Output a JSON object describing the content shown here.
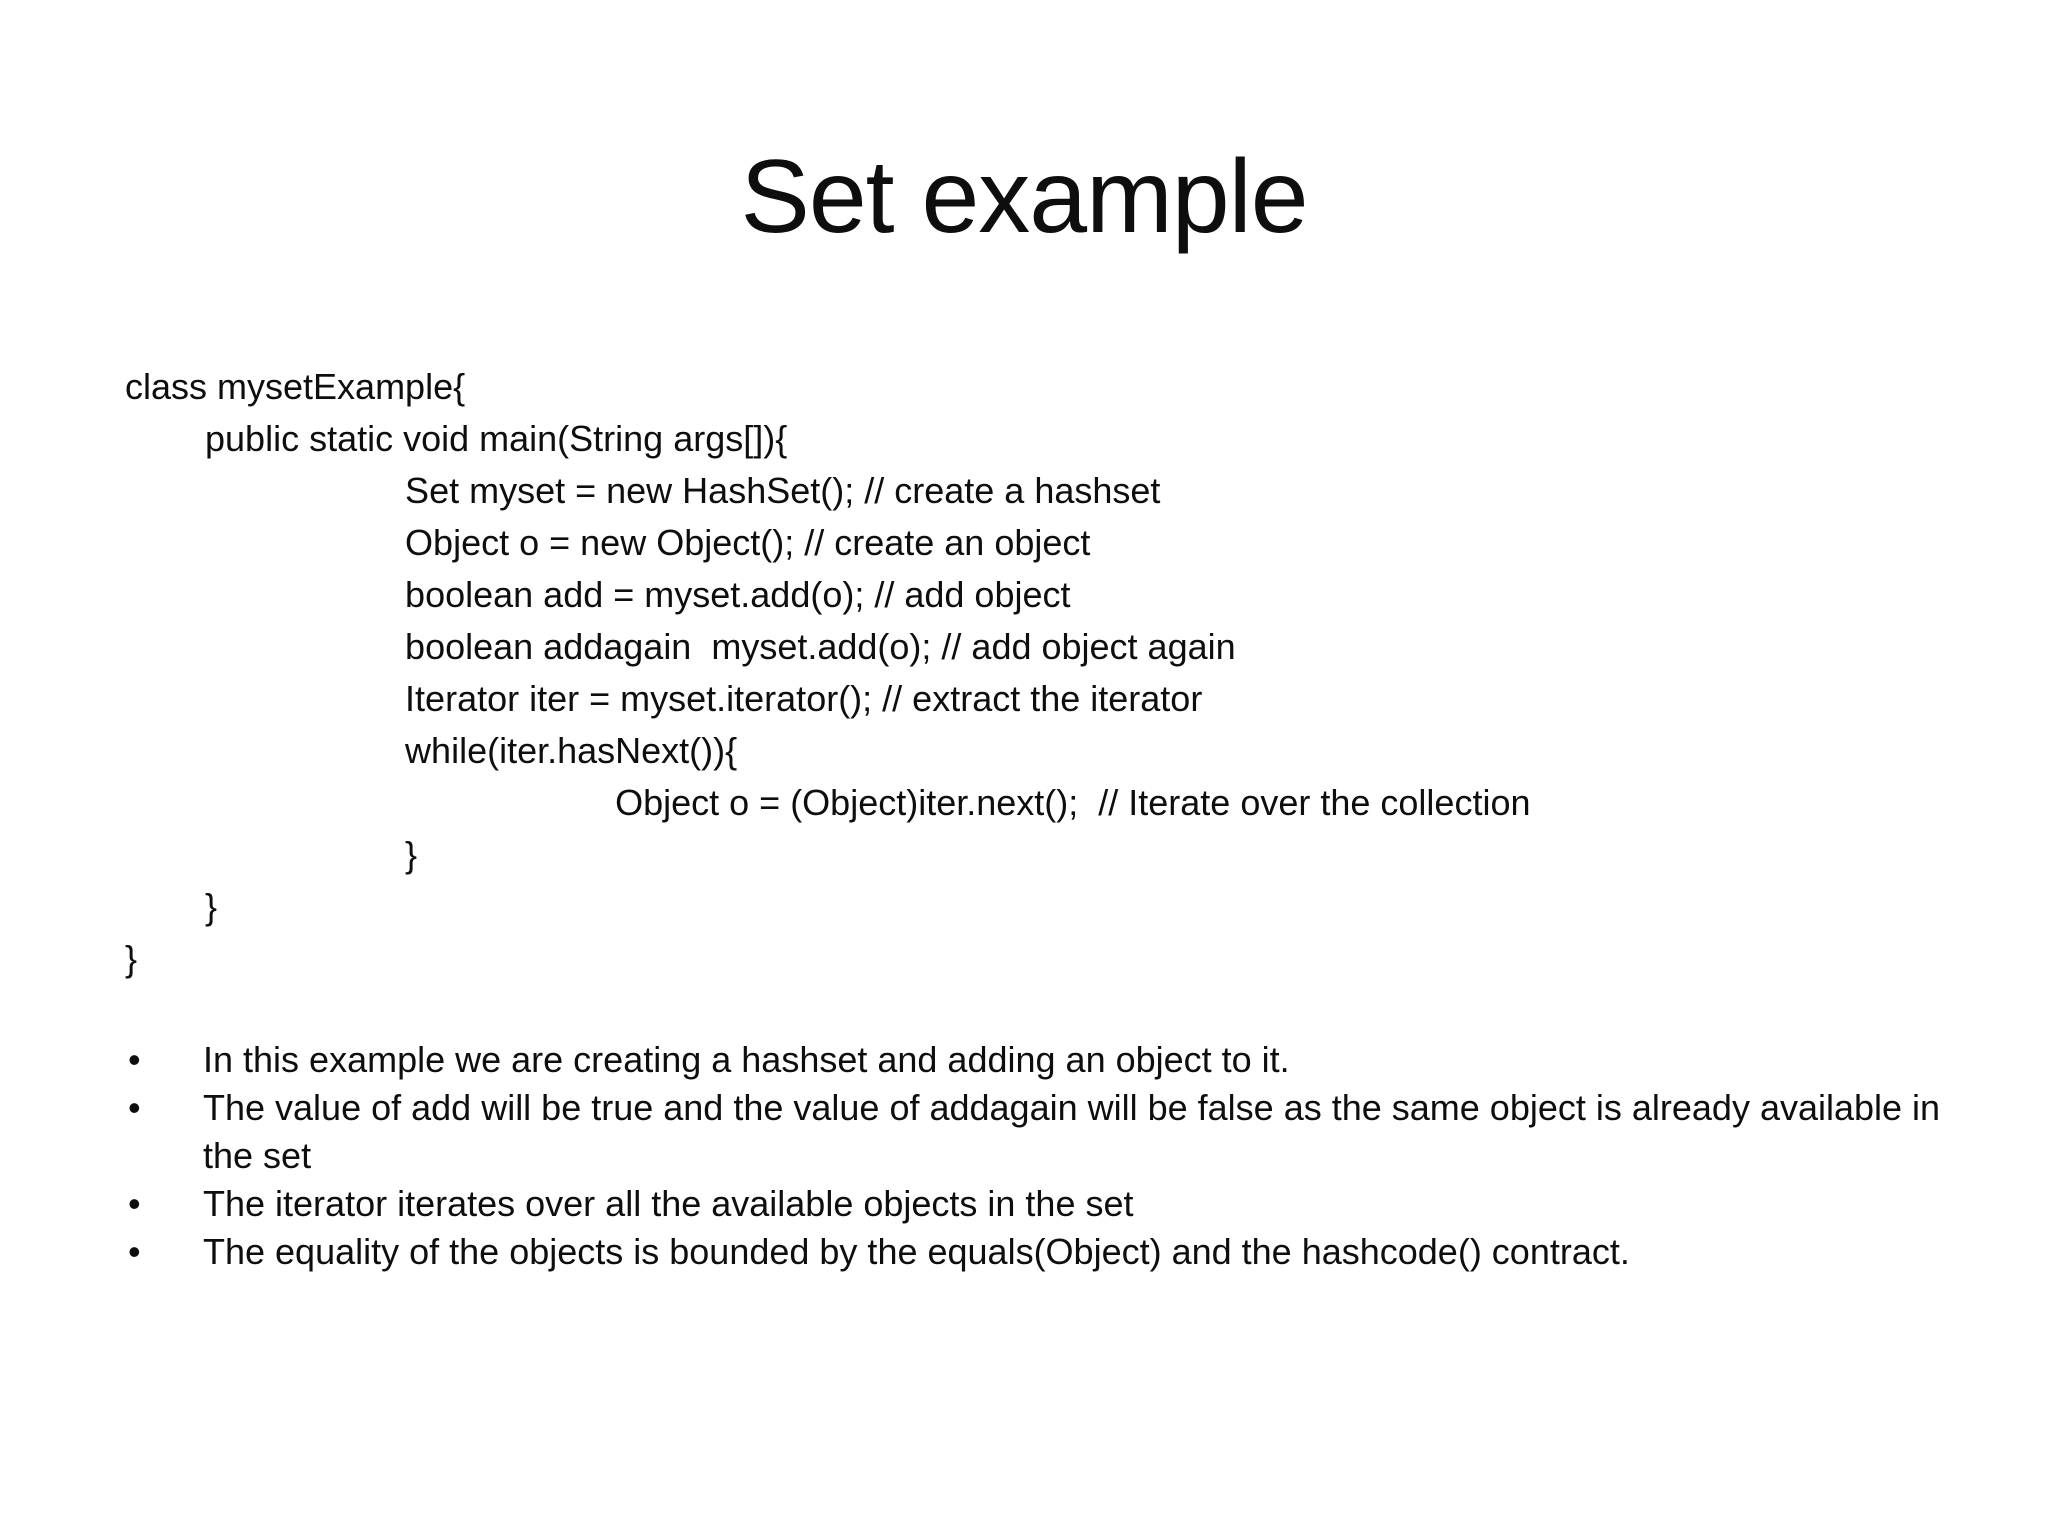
{
  "slide": {
    "title": "Set example",
    "code_lines": [
      "class mysetExample{",
      "        public static void main(String args[]){",
      "                            Set myset = new HashSet(); // create a hashset",
      "                            Object o = new Object(); // create an object",
      "                            boolean add = myset.add(o); // add object",
      "                            boolean addagain  myset.add(o); // add object again",
      "                            Iterator iter = myset.iterator(); // extract the iterator",
      "                            while(iter.hasNext()){",
      "                                                 Object o = (Object)iter.next();  // Iterate over the collection",
      "                            }",
      "        }",
      "}"
    ],
    "bullet_marker": "•",
    "bullets": [
      "In this example we are creating a hashset and adding an object to it.",
      "The value of add will be true and the value of addagain will be false as the same object is already available in the set",
      "The iterator iterates over all the available objects in the set",
      "The equality of the objects is bounded by the equals(Object) and the hashcode() contract."
    ]
  },
  "colors": {
    "background": "#ffffff",
    "text": "#0e0e0e"
  }
}
